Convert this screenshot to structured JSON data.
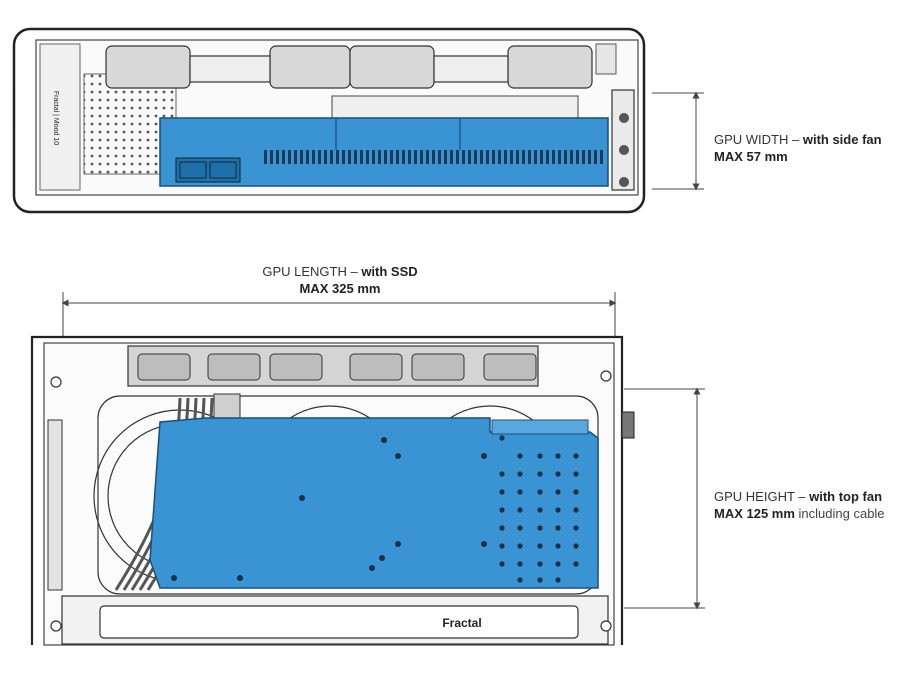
{
  "width_label": {
    "prefix": "GPU WIDTH – ",
    "bold": "with side fan",
    "max": "MAX 57 mm"
  },
  "length_label": {
    "prefix": "GPU LENGTH – ",
    "bold": "with SSD",
    "max": "MAX 325 mm"
  },
  "height_label": {
    "prefix": "GPU HEIGHT – ",
    "bold": "with top fan",
    "max": "MAX 125 mm",
    "suffix": " including cable"
  },
  "side_text": "Fractal | Mood 10",
  "logo_text": "Fractal",
  "colors": {
    "gpu_blue": "#3a93d3",
    "gpu_blue_dark": "#1f6fa8",
    "outline": "#333333",
    "fan_gray": "#c8c8c8"
  }
}
